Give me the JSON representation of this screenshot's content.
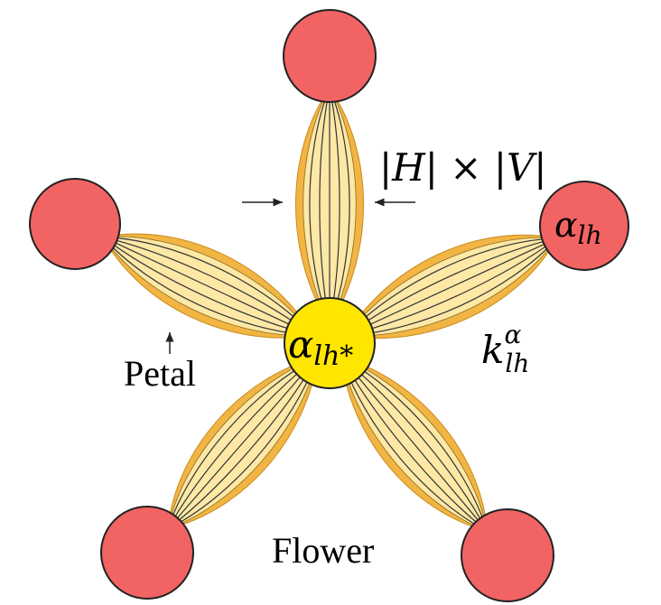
{
  "labels": {
    "center": {
      "main": "α",
      "sub": "lh*"
    },
    "outer": {
      "main": "α",
      "sub": "lh"
    },
    "edge": {
      "main": "k",
      "sup": "α",
      "sub": "lh"
    },
    "width": "|H| × |V|",
    "petal": "Petal",
    "flower": "Flower"
  },
  "colors": {
    "petal_fill": "#fde8a6",
    "petal_border": "#f2b544",
    "petal_line": "#333333",
    "center_fill": "#ffe600",
    "outer_fill": "#f26363",
    "node_stroke": "#222222"
  },
  "petals": [
    {
      "name": "petal-top"
    },
    {
      "name": "petal-upper-right"
    },
    {
      "name": "petal-lower-right"
    },
    {
      "name": "petal-lower-left"
    },
    {
      "name": "petal-upper-left"
    }
  ]
}
